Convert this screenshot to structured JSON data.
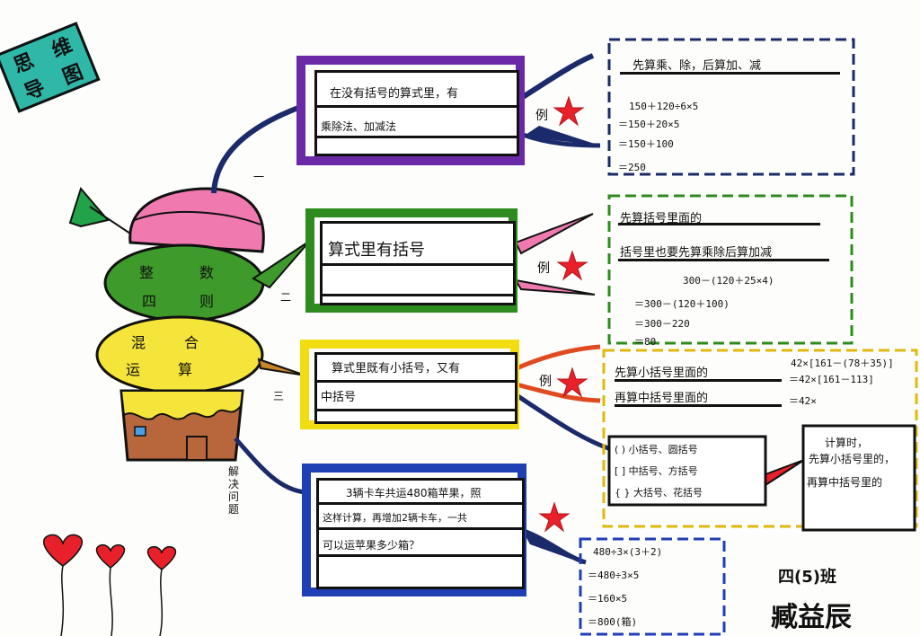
{
  "sign": {
    "chars": [
      "思",
      "维",
      "导",
      "图"
    ]
  },
  "cake_rules": {
    "label_a": [
      "整",
      "数",
      "四",
      "则"
    ],
    "label_b": [
      "混",
      "合",
      "运",
      "算"
    ]
  },
  "branches": [
    {
      "index_label": "一",
      "line1": "在没有括号的算式里，有",
      "line2": "乘除法、加减法",
      "example_label": "例",
      "rule": "先算乘、除，后算加、减",
      "steps": [
        "150＋120÷6×5",
        "＝150＋20×5",
        "＝150＋100",
        "＝250"
      ]
    },
    {
      "index_label": "二",
      "line1": "算式里有括号",
      "example_label": "例",
      "rule1": "先算括号里面的",
      "rule2": "括号里也要先算乘除后算加减",
      "steps": [
        "300－(120＋25×4)",
        "＝300－(120＋100)",
        "＝300－220",
        "＝80"
      ]
    },
    {
      "index_label": "三",
      "line1": "算式里既有小括号，又有",
      "line2": "中括号",
      "example_label": "例",
      "rule1": "先算小括号里面的",
      "rule2": "再算中括号里面的",
      "steps": [
        "42×[161－(78＋35)]",
        "＝42×[161－113]",
        "＝42×"
      ],
      "brackets": [
        "( ) 小括号、圆括号",
        "[ ] 中括号、方括号",
        "{ } 大括号、花括号"
      ],
      "note": [
        "计算时，",
        "先算小括号里的，",
        "再算中括号里的"
      ]
    },
    {
      "index_label": "解决问题",
      "line1": "3辆卡车共运480箱苹果，照",
      "line2": "这样计算，再增加2辆卡车，一共",
      "line3": "可以运苹果多少箱？",
      "steps": [
        "480÷3×(3＋2)",
        "＝480÷3×5",
        "＝160×5",
        "＝800(箱)"
      ]
    }
  ],
  "author": {
    "class": "四(5)班",
    "name": "臧益辰"
  },
  "colors": {
    "purple": "#6a2aa8",
    "green": "#2e8b1e",
    "yellow": "#f2dc12",
    "blue": "#1f3fb5",
    "pink": "#f07ab0",
    "cake_green": "#3e9a2a",
    "cake_yellow": "#f5e43a",
    "cake_base": "#b8673c",
    "heart": "#e8202a"
  }
}
